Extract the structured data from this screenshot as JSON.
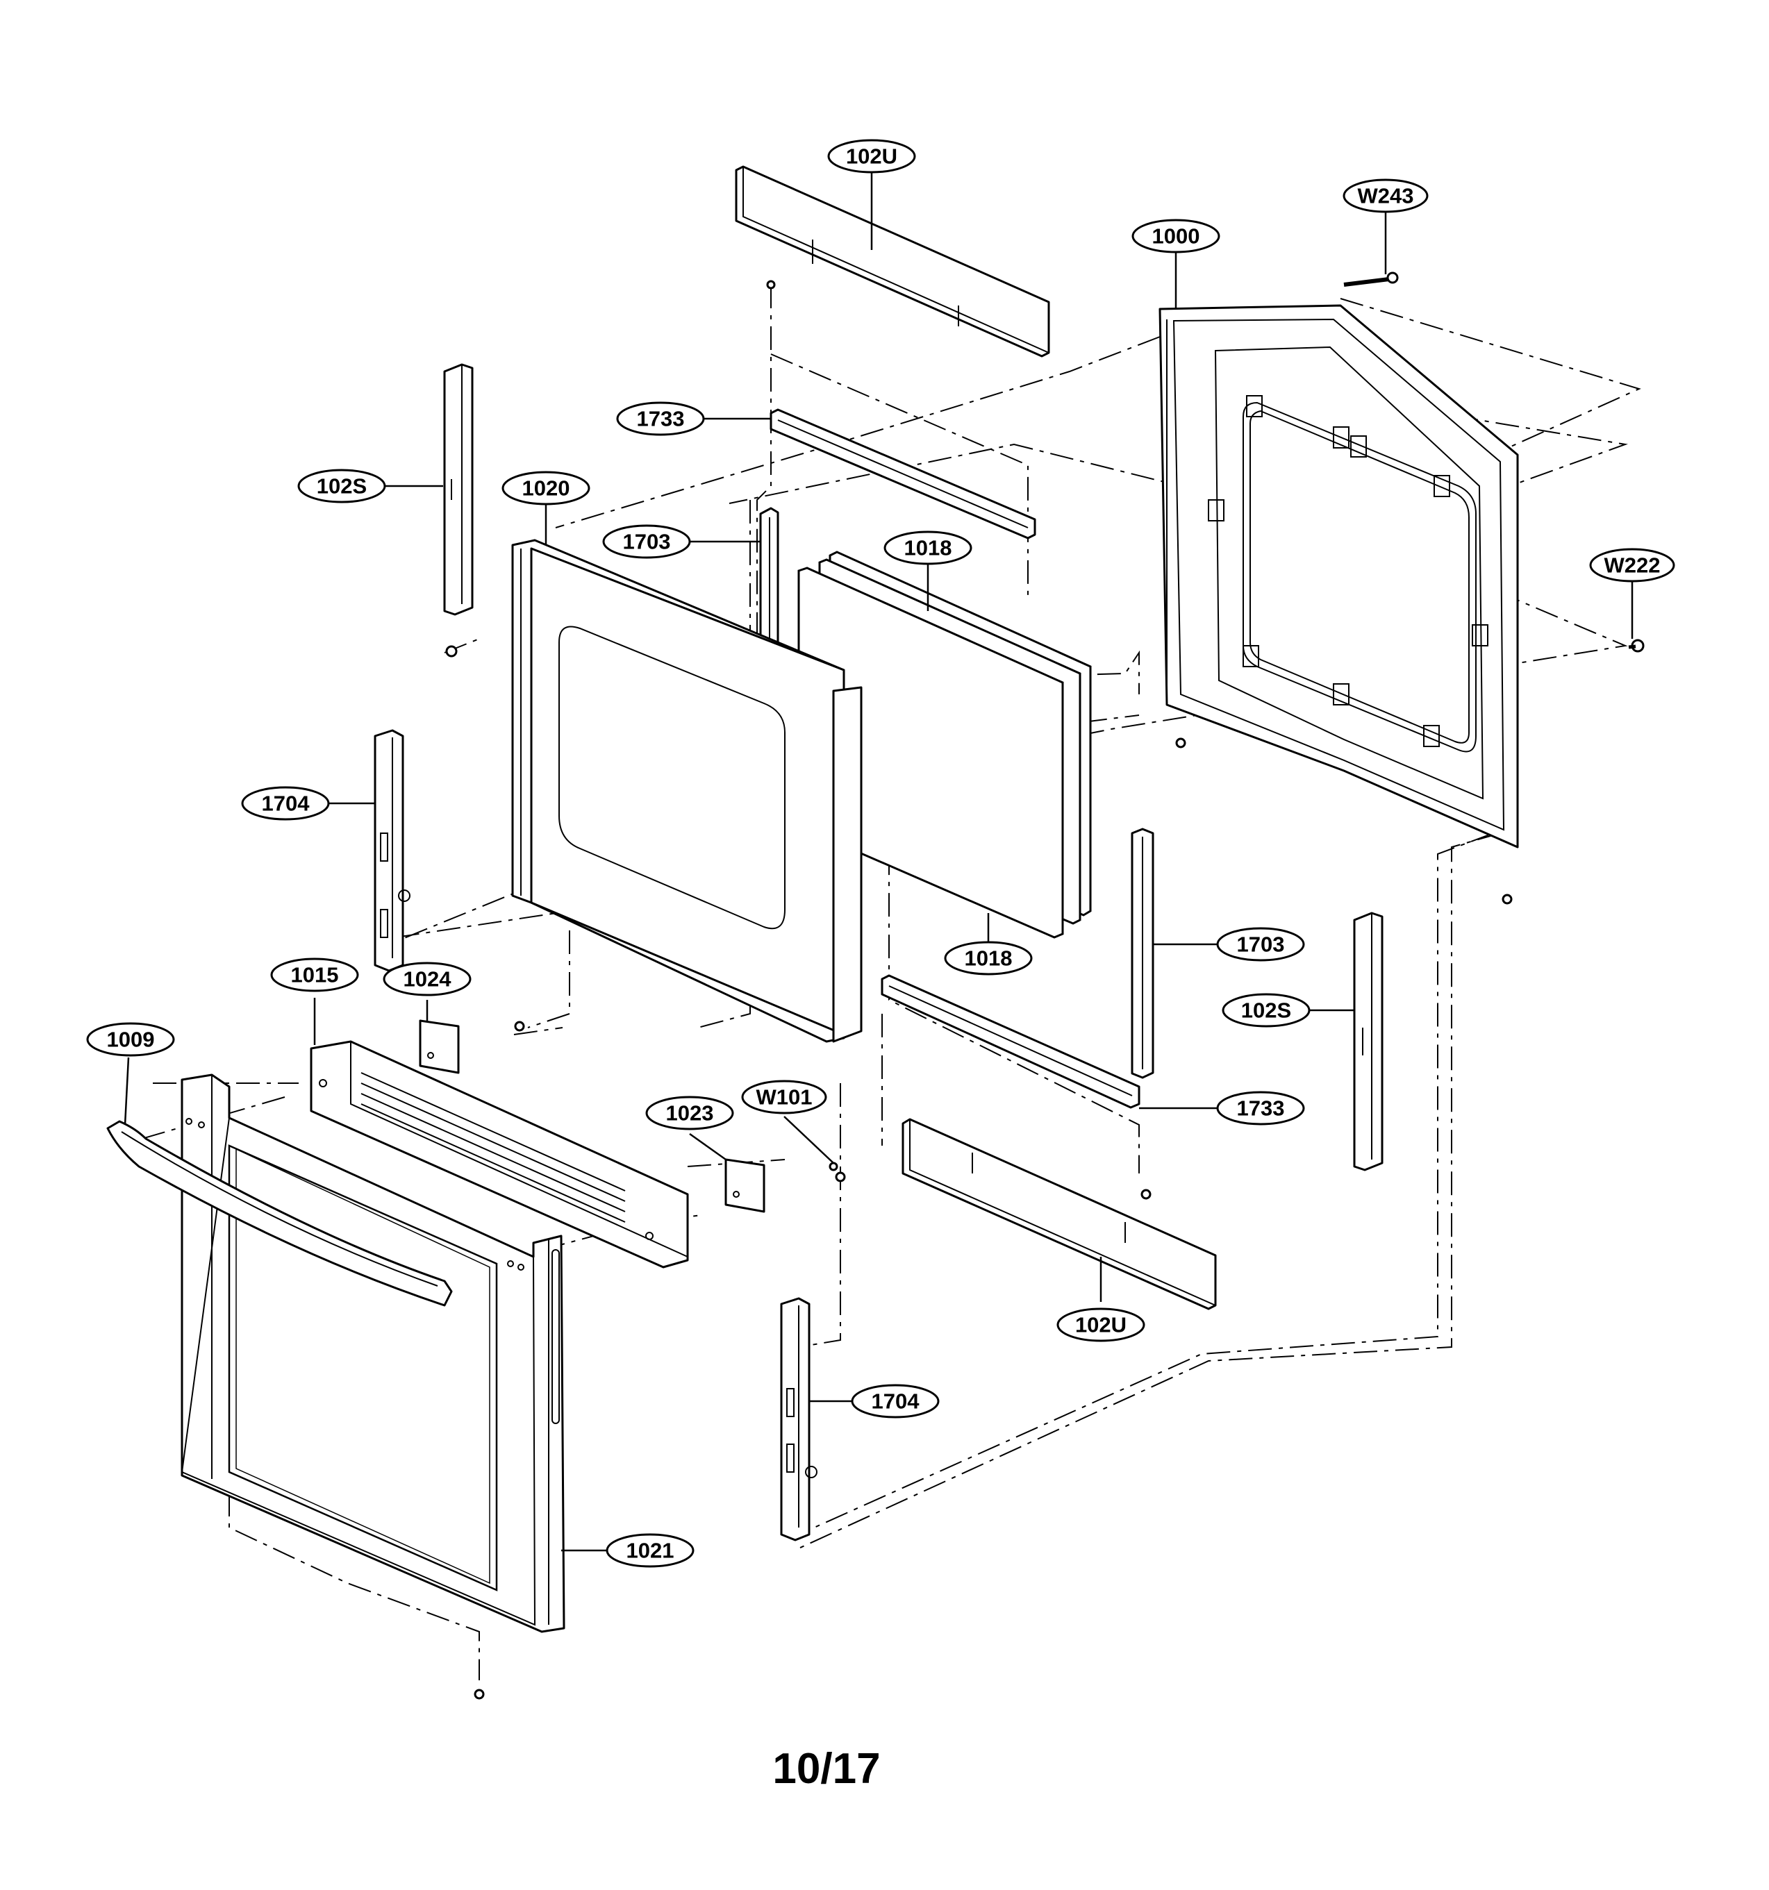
{
  "page_number": "10/17",
  "callouts": {
    "c102U_top": "102U",
    "cW243": "W243",
    "c1000": "1000",
    "c1733_top": "1733",
    "c102S_left": "102S",
    "c1020": "1020",
    "c1703_top": "1703",
    "c1018_top": "1018",
    "cW222": "W222",
    "c1704_left": "1704",
    "c1018_bottom": "1018",
    "c1703_bottom": "1703",
    "c102S_right": "102S",
    "c1015": "1015",
    "c1024": "1024",
    "c1009": "1009",
    "c1023": "1023",
    "cW101": "W101",
    "c1733_bottom": "1733",
    "c102U_bottom": "102U",
    "c1704_bottom": "1704",
    "c1021": "1021"
  }
}
